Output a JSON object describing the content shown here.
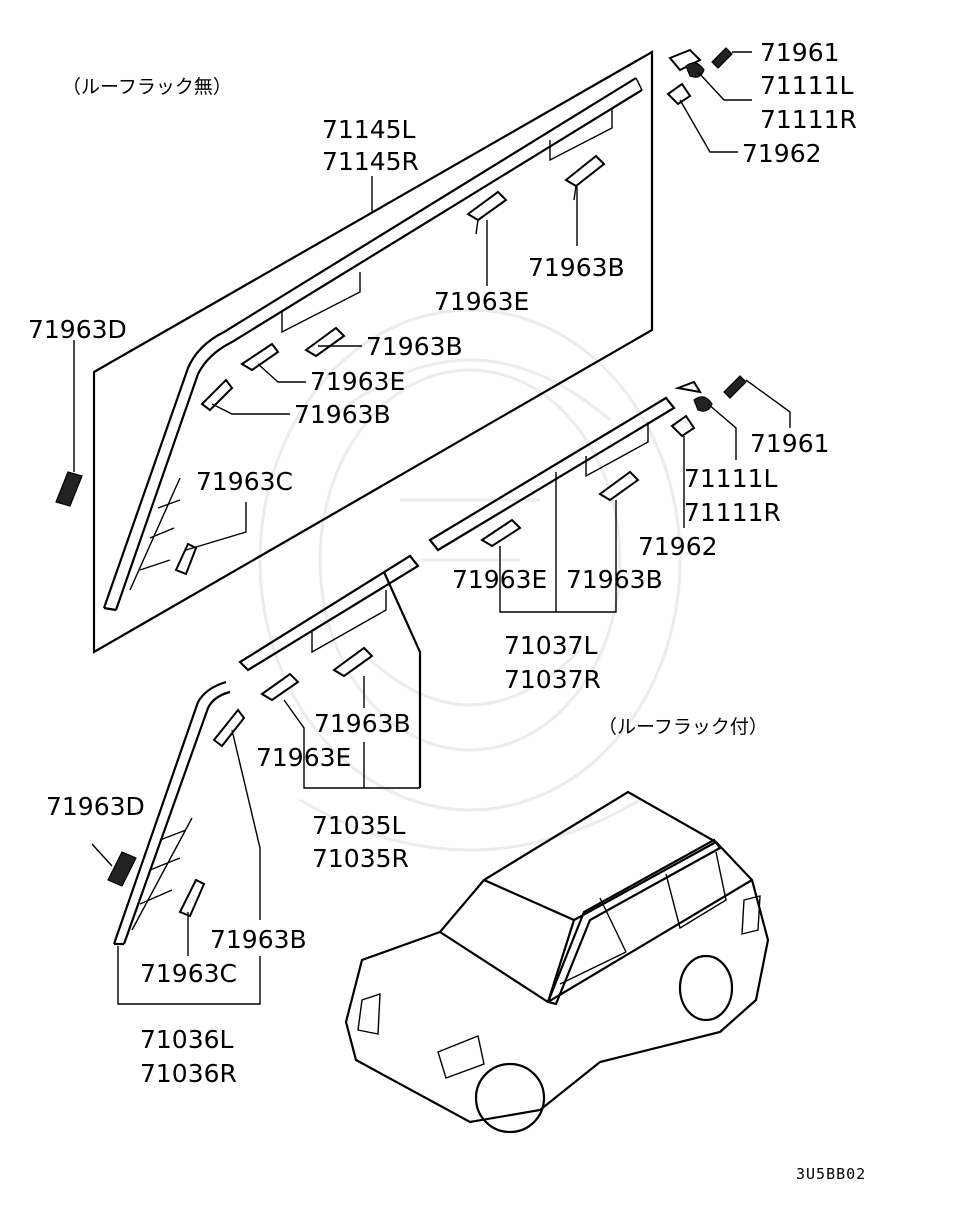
{
  "notes": {
    "without_roof_rack": "（ルーフラック無）",
    "with_roof_rack": "（ルーフラック付）",
    "diagram_code": "3U5BB02"
  },
  "labels": {
    "top_screw": "71961",
    "top_cap_l": "71111L",
    "top_cap_r": "71111R",
    "top_clip": "71962",
    "mold_a_l": "71145L",
    "mold_a_r": "71145R",
    "clip_b_top": "71963B",
    "clip_e_top": "71963E",
    "clip_d_top": "71963D",
    "clip_b_mid1": "71963B",
    "clip_e_mid": "71963E",
    "clip_b_mid2": "71963B",
    "clip_c_top": "71963C",
    "mid_screw": "71961",
    "mid_cap_l": "71111L",
    "mid_cap_r": "71111R",
    "mid_clip": "71962",
    "rear_clip_e": "71963E",
    "rear_clip_b": "71963B",
    "rear_mold_l": "71037L",
    "rear_mold_r": "71037R",
    "center_clip_b": "71963B",
    "center_clip_e": "71963E",
    "center_mold_l": "71035L",
    "center_mold_r": "71035R",
    "front_clip_d": "71963D",
    "front_clip_b": "71963B",
    "front_clip_c": "71963C",
    "front_mold_l": "71036L",
    "front_mold_r": "71036R"
  }
}
